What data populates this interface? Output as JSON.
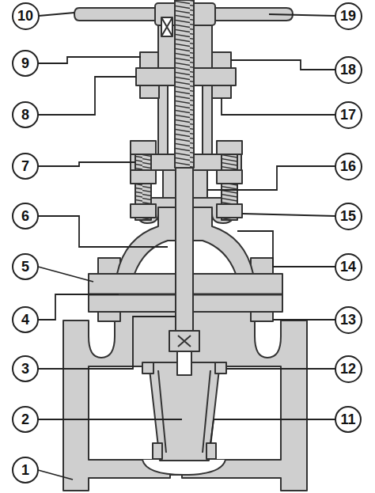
{
  "diagram": {
    "nodes": [
      {
        "text": [
          "10"
        ]
      },
      {
        "text": [
          "19"
        ]
      },
      {
        "text": [
          "9"
        ]
      },
      {
        "text": [
          "18"
        ]
      },
      {
        "text": [
          "8"
        ]
      },
      {
        "text": [
          "17"
        ]
      },
      {
        "text": [
          "7"
        ]
      },
      {
        "text": [
          "16"
        ]
      },
      {
        "text": [
          "6"
        ]
      },
      {
        "text": [
          "15"
        ]
      },
      {
        "text": [
          "5"
        ]
      },
      {
        "text": [
          "14"
        ]
      },
      {
        "text": [
          "4"
        ]
      },
      {
        "text": [
          "13"
        ]
      },
      {
        "text": [
          "3"
        ]
      },
      {
        "text": [
          "12"
        ]
      },
      {
        "text": [
          "2"
        ]
      },
      {
        "text": [
          "11"
        ]
      },
      {
        "text": [
          "1"
        ]
      }
    ]
  }
}
